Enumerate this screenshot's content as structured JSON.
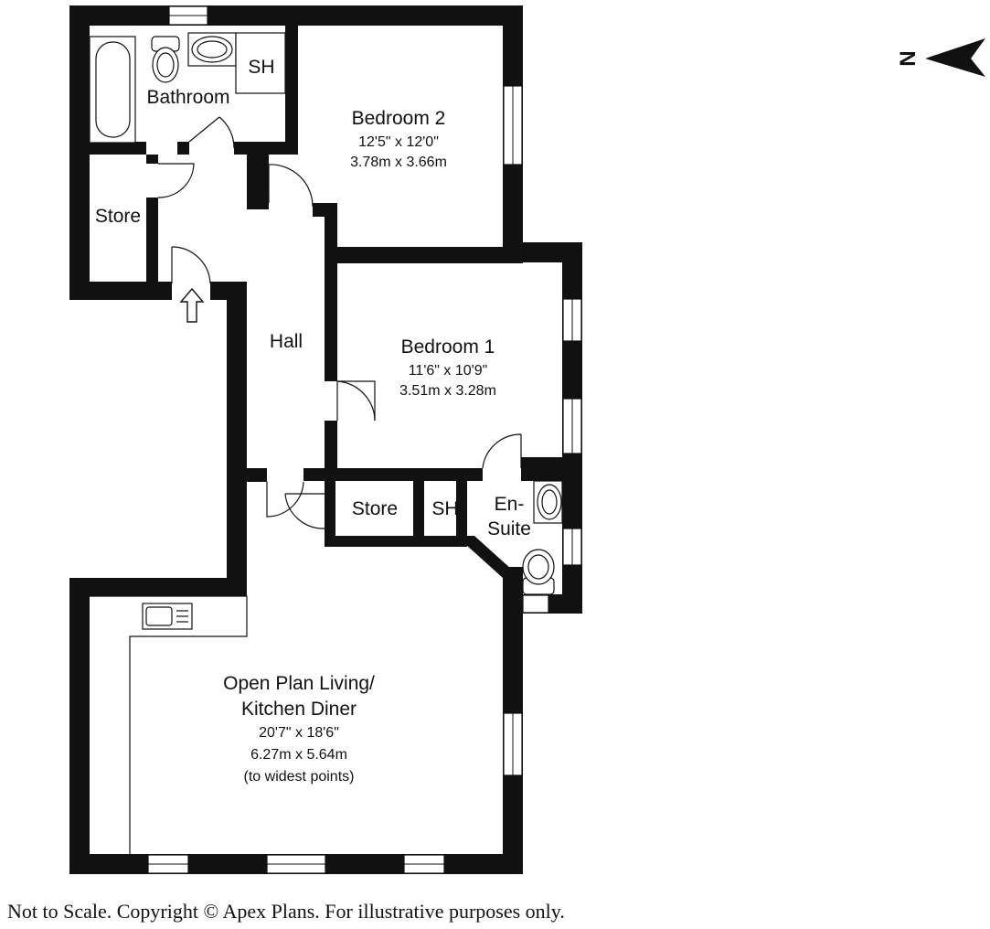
{
  "compass": {
    "letter": "N",
    "icon": "north-arrow-icon"
  },
  "rooms": {
    "bedroom2": {
      "name": "Bedroom 2",
      "dim_imperial": "12'5\" x 12'0\"",
      "dim_metric": "3.78m x 3.66m"
    },
    "bedroom1": {
      "name": "Bedroom 1",
      "dim_imperial": "11'6\" x 10'9\"",
      "dim_metric": "3.51m x 3.28m"
    },
    "living": {
      "name_line1": "Open Plan Living/",
      "name_line2": "Kitchen Diner",
      "dim_imperial": "20'7\" x 18'6\"",
      "dim_metric": "6.27m x 5.64m",
      "note": "(to widest points)"
    },
    "bathroom": {
      "name": "Bathroom"
    },
    "bathroom_shower": {
      "name": "SH"
    },
    "store_upper": {
      "name": "Store"
    },
    "store_lower": {
      "name": "Store"
    },
    "ensuite_shower": {
      "name": "SH"
    },
    "ensuite": {
      "name_line1": "En-",
      "name_line2": "Suite"
    },
    "hall": {
      "name": "Hall"
    }
  },
  "icons": {
    "entrance": "entrance-arrow-icon",
    "bath": "bathtub-icon",
    "toilet": "toilet-icon",
    "basin": "basin-icon",
    "sink": "kitchen-sink-icon"
  },
  "footer": {
    "disclaimer": "Not to Scale. Copyright © Apex Plans. For illustrative purposes only."
  }
}
